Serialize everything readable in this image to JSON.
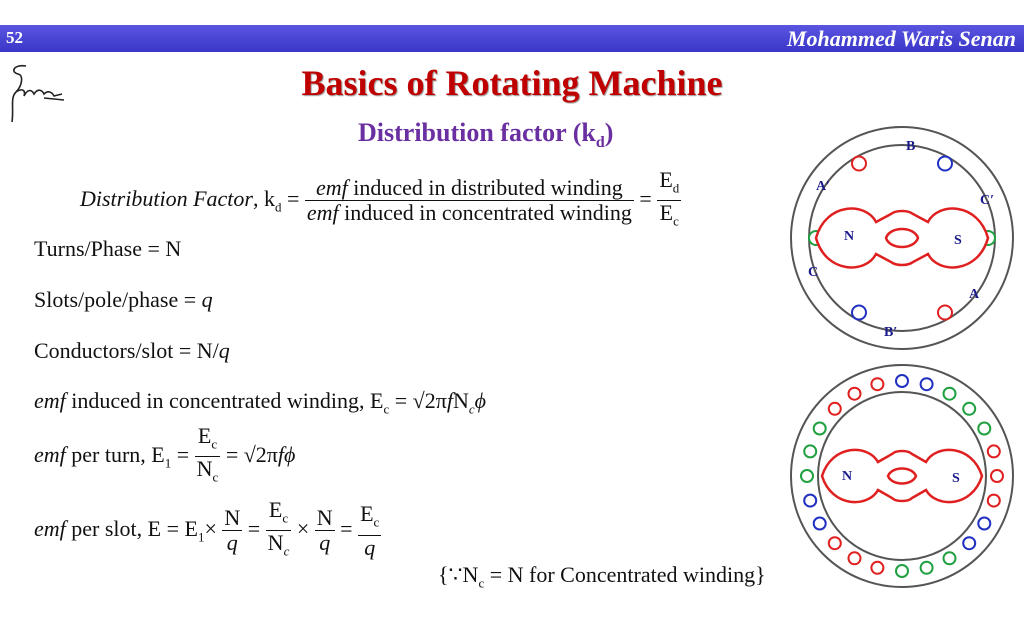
{
  "header": {
    "slide_number": "52",
    "author": "Mohammed Waris Senan"
  },
  "title": "Basics of Rotating Machine",
  "subtitle": {
    "text": "Distribution factor (k",
    "sub": "d",
    "close": ")"
  },
  "formulas": {
    "df_label": "Distribution Factor",
    "df_k": "k",
    "df_ksub": "d",
    "df_num_a": "emf",
    "df_num_b": " induced in distributed winding",
    "df_den_a": "emf",
    "df_den_b": " induced in concentrated winding",
    "df_ed": "E",
    "df_edsub": "d",
    "df_ec": "E",
    "df_ecsub": "c",
    "turns": "Turns/Phase = N",
    "slots_a": "Slots/pole/phase = ",
    "slots_b": "q",
    "cond_a": "Conductors/slot = N/",
    "cond_b": "q",
    "emf_conc_a": "emf",
    "emf_conc_b": " induced in concentrated winding, E",
    "emf_conc_sub": "c",
    "emf_conc_c": " = √2π",
    "emf_conc_d": "f",
    "emf_conc_e": "N",
    "emf_conc_f": "c",
    "emf_conc_g": "ϕ",
    "turn_a": "emf",
    "turn_b": " per turn, E",
    "turn_sub": "1",
    "turn_c": " = ",
    "turn_eq": " = √2π",
    "turn_f": "fϕ",
    "slot_a": "emf",
    "slot_b": " per slot, E = E",
    "slot_sub": "1",
    "note": "{∵N",
    "note_sub": "c",
    "note_b": " = N for Concentrated winding}"
  },
  "diagram_top": {
    "labels": [
      "B",
      "C′",
      "A",
      "B′",
      "C",
      "A′"
    ],
    "poles": [
      "N",
      "S"
    ]
  },
  "diagram_bottom": {
    "poles": [
      "N",
      "S"
    ]
  },
  "colors": {
    "title": "#c00000",
    "subtitle": "#6a2fa0",
    "bar": "#3a36c8",
    "red": "#e02020",
    "blue": "#2030c0",
    "green": "#20a040",
    "label": "#1a1a8a"
  }
}
